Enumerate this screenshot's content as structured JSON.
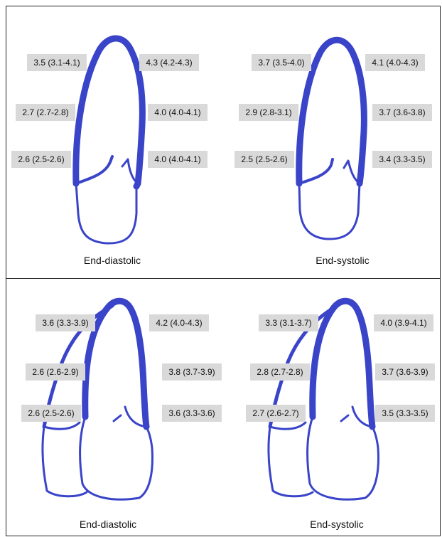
{
  "panels": [
    {
      "caption": "End-diastolic",
      "labels": {
        "left_top": "3.5 (3.1-4.1)",
        "left_mid": "2.7 (2.7-2.8)",
        "left_bot": "2.6 (2.5-2.6)",
        "right_top": "4.3 (4.2-4.3)",
        "right_mid": "4.0 (4.0-4.1)",
        "right_bot": "4.0 (4.0-4.1)"
      }
    },
    {
      "caption": "End-systolic",
      "labels": {
        "left_top": "3.7 (3.5-4.0)",
        "left_mid": "2.9 (2.8-3.1)",
        "left_bot": "2.5 (2.5-2.6)",
        "right_top": "4.1 (4.0-4.3)",
        "right_mid": "3.7 (3.6-3.8)",
        "right_bot": "3.4 (3.3-3.5)"
      }
    },
    {
      "caption": "End-diastolic",
      "labels": {
        "left_top": "3.6 (3.3-3.9)",
        "left_mid": "2.6 (2.6-2.9)",
        "left_bot": "2.6 (2.5-2.6)",
        "right_top": "4.2 (4.0-4.3)",
        "right_mid": "3.8 (3.7-3.9)",
        "right_bot": "3.6 (3.3-3.6)"
      }
    },
    {
      "caption": "End-systolic",
      "labels": {
        "left_top": "3.3 (3.1-3.7)",
        "left_mid": "2.8 (2.7-2.8)",
        "left_bot": "2.7 (2.6-2.7)",
        "right_top": "4.0 (3.9-4.1)",
        "right_mid": "3.7 (3.6-3.9)",
        "right_bot": "3.5 (3.3-3.5)"
      }
    }
  ],
  "colors": {
    "outline": "#3a44c9",
    "label_bg": "#d9d9d9",
    "border": "#222222"
  }
}
